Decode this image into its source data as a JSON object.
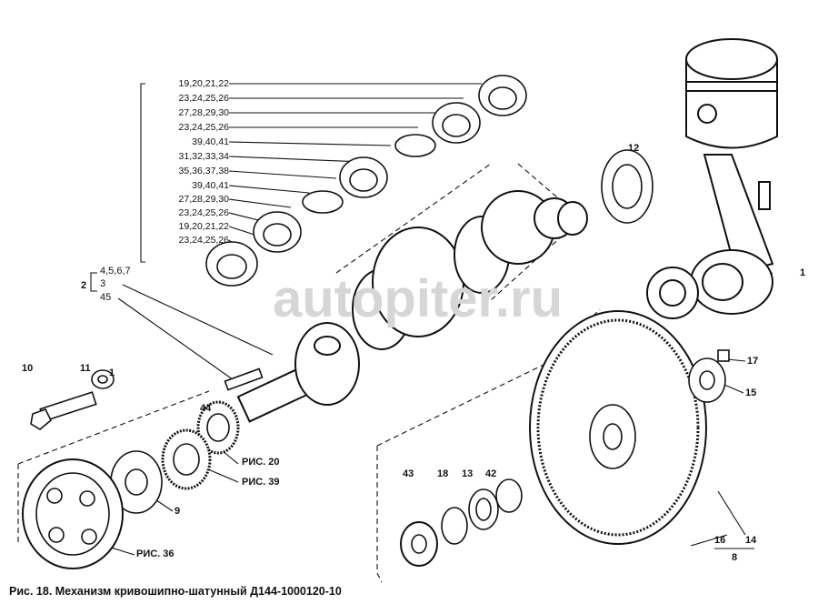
{
  "watermark": "autopiter.ru",
  "caption": "Рис. 18. Механизм кривошипно-шатунный Д144-1000120-10",
  "bearing_list": [
    "19,20,21,22",
    "23,24,25,26",
    "27,28,29,30",
    "23,24,25,26",
    "39,40,41",
    "31,32,33,34",
    "35,36,37,38",
    "39,40,41",
    "27,28,29,30",
    "23,24,25,26",
    "19,20,21,22",
    "23,24,25,26"
  ],
  "callouts": {
    "c2": "2",
    "c4567": "4,5,6,7",
    "c3": "3",
    "c45": "45",
    "c10": "10",
    "c11": "11",
    "c1a": "1",
    "c44": "44",
    "fig20": "РИС. 20",
    "fig39": "РИС. 39",
    "c9": "9",
    "fig36": "РИС. 36",
    "c43": "43",
    "c18": "18",
    "c13": "13",
    "c42": "42",
    "c12": "12",
    "c1b": "1",
    "c17": "17",
    "c15": "15",
    "c16": "16",
    "c14": "14",
    "c8": "8"
  }
}
